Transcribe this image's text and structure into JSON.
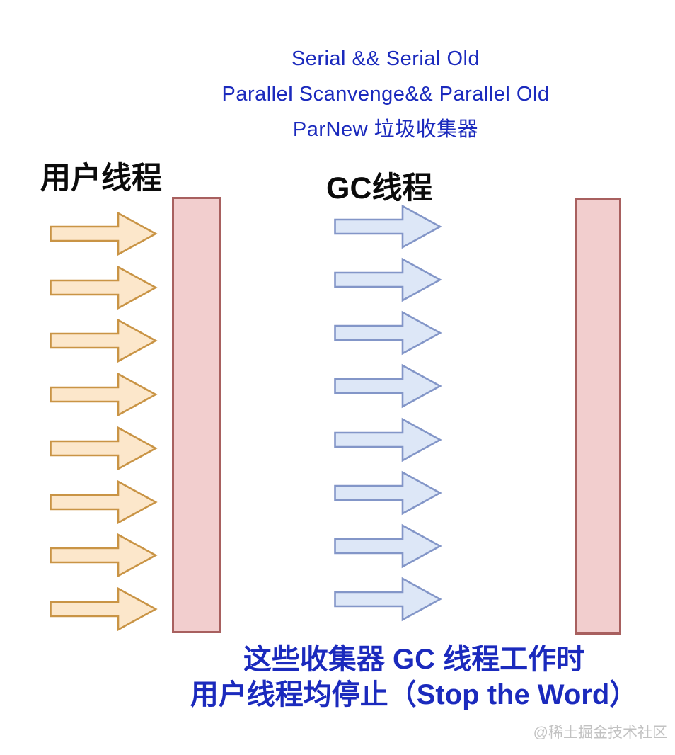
{
  "header": {
    "line1": "Serial && Serial Old",
    "line2": "Parallel Scanvenge&& Parallel Old",
    "line3": "ParNew 垃圾收集器"
  },
  "labels": {
    "user_threads": "用户线程",
    "gc_threads": "GC线程"
  },
  "footer": {
    "line1": "这些收集器 GC 线程工作时",
    "line2": "用户线程均停止（Stop the Word）"
  },
  "watermark": "@稀土掘金技术社区",
  "diagram": {
    "user_arrow_count": 8,
    "gc_arrow_count": 8,
    "user_arrow_icon": "right-arrow-icon",
    "gc_arrow_icon": "right-arrow-icon"
  },
  "colors": {
    "background": "#ffffff",
    "title_blue": "#1b2abd",
    "user_arrow_fill": "#fce7cb",
    "user_arrow_stroke": "#c99445",
    "gc_arrow_fill": "#dde7f7",
    "gc_arrow_stroke": "#8396c8",
    "barrier_fill": "#f2cece",
    "barrier_stroke": "#a8605f",
    "watermark_gray": "#c2c2c2"
  }
}
